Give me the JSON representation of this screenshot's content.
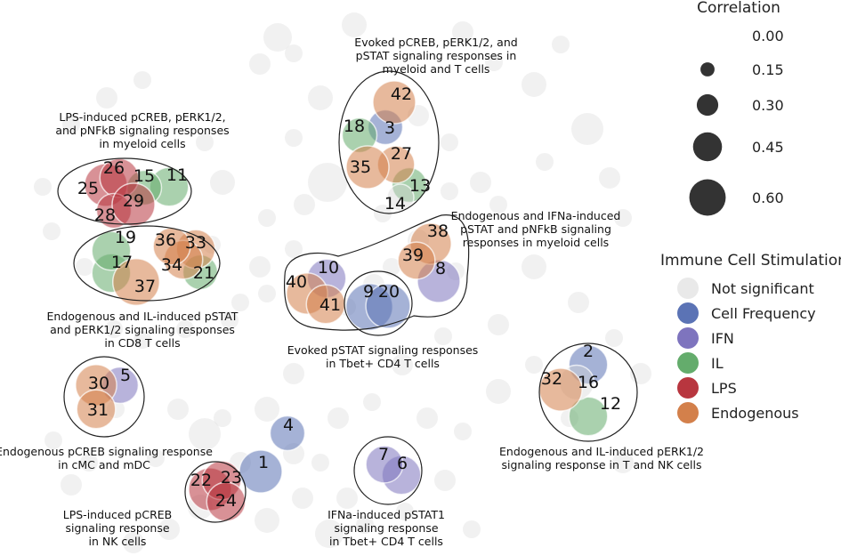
{
  "chart_data": {
    "type": "scatter",
    "colors": {
      "Not significant": "#d4d4d4",
      "Cell Frequency": "#5b73b5",
      "IFN": "#7e74be",
      "IL": "#64ac6c",
      "LPS": "#b8363f",
      "Endogenous": "#d3804b"
    },
    "size_legend": {
      "title": "Correlation",
      "values": [
        "0.00",
        "0.15",
        "0.30",
        "0.45",
        "0.60"
      ]
    },
    "color_legend": {
      "title": "Immune Cell Stimulation",
      "items": [
        "Not significant",
        "Cell Frequency",
        "IFN",
        "IL",
        "LPS",
        "Endogenous"
      ]
    },
    "points": [
      {
        "id": "1",
        "category": "Cell Frequency",
        "correlation": 0.4
      },
      {
        "id": "2",
        "category": "Cell Frequency",
        "correlation": 0.35
      },
      {
        "id": "3",
        "category": "Cell Frequency",
        "correlation": 0.3
      },
      {
        "id": "4",
        "category": "Cell Frequency",
        "correlation": 0.3
      },
      {
        "id": "5",
        "category": "IFN",
        "correlation": 0.32
      },
      {
        "id": "6",
        "category": "IFN",
        "correlation": 0.35
      },
      {
        "id": "7",
        "category": "IFN",
        "correlation": 0.33
      },
      {
        "id": "8",
        "category": "IFN",
        "correlation": 0.4
      },
      {
        "id": "9",
        "category": "Cell Frequency",
        "correlation": 0.45
      },
      {
        "id": "10",
        "category": "IFN",
        "correlation": 0.35
      },
      {
        "id": "11",
        "category": "IL",
        "correlation": 0.35
      },
      {
        "id": "12",
        "category": "IL",
        "correlation": 0.35
      },
      {
        "id": "13",
        "category": "IL",
        "correlation": 0.3
      },
      {
        "id": "14",
        "category": "Not significant",
        "correlation": 0.2
      },
      {
        "id": "15",
        "category": "IL",
        "correlation": 0.3
      },
      {
        "id": "16",
        "category": "Not significant",
        "correlation": 0.3
      },
      {
        "id": "17",
        "category": "IL",
        "correlation": 0.35
      },
      {
        "id": "18",
        "category": "IL",
        "correlation": 0.3
      },
      {
        "id": "19",
        "category": "IL",
        "correlation": 0.35
      },
      {
        "id": "20",
        "category": "Cell Frequency",
        "correlation": 0.42
      },
      {
        "id": "21",
        "category": "IL",
        "correlation": 0.3
      },
      {
        "id": "22",
        "category": "LPS",
        "correlation": 0.4
      },
      {
        "id": "23",
        "category": "LPS",
        "correlation": 0.35
      },
      {
        "id": "24",
        "category": "LPS",
        "correlation": 0.35
      },
      {
        "id": "25",
        "category": "LPS",
        "correlation": 0.4
      },
      {
        "id": "26",
        "category": "LPS",
        "correlation": 0.35
      },
      {
        "id": "27",
        "category": "Endogenous",
        "correlation": 0.33
      },
      {
        "id": "28",
        "category": "LPS",
        "correlation": 0.3
      },
      {
        "id": "29",
        "category": "LPS",
        "correlation": 0.4
      },
      {
        "id": "30",
        "category": "Endogenous",
        "correlation": 0.38
      },
      {
        "id": "31",
        "category": "Endogenous",
        "correlation": 0.35
      },
      {
        "id": "32",
        "category": "Endogenous",
        "correlation": 0.4
      },
      {
        "id": "33",
        "category": "Endogenous",
        "correlation": 0.35
      },
      {
        "id": "34",
        "category": "Endogenous",
        "correlation": 0.35
      },
      {
        "id": "35",
        "category": "Endogenous",
        "correlation": 0.4
      },
      {
        "id": "36",
        "category": "Endogenous",
        "correlation": 0.33
      },
      {
        "id": "37",
        "category": "Endogenous",
        "correlation": 0.45
      },
      {
        "id": "38",
        "category": "Endogenous",
        "correlation": 0.38
      },
      {
        "id": "39",
        "category": "Endogenous",
        "correlation": 0.33
      },
      {
        "id": "40",
        "category": "Endogenous",
        "correlation": 0.38
      },
      {
        "id": "41",
        "category": "Endogenous",
        "correlation": 0.35
      },
      {
        "id": "42",
        "category": "Endogenous",
        "correlation": 0.4
      }
    ],
    "annotations": [
      {
        "id": "lps-myeloid",
        "lines": [
          "LPS-induced pCREB, pERK1/2,",
          "and pNFkB signaling responses",
          "in myeloid cells"
        ]
      },
      {
        "id": "evoked-myeloid-t",
        "lines": [
          "Evoked pCREB, pERK1/2, and",
          "pSTAT signaling responses in",
          "myeloid and T cells"
        ]
      },
      {
        "id": "endo-ifna-myeloid",
        "lines": [
          "Endogenous and IFNa-induced",
          "pSTAT and pNFkB signaling",
          "responses in myeloid cells"
        ]
      },
      {
        "id": "endo-il-cd8",
        "lines": [
          "Endogenous and IL-induced pSTAT",
          "and pERK1/2 signaling responses",
          "in CD8 T cells"
        ]
      },
      {
        "id": "evoked-pstat-cd4",
        "lines": [
          "Evoked pSTAT signaling responses",
          "in Tbet+ CD4 T cells"
        ]
      },
      {
        "id": "endo-pcreb-cmc",
        "lines": [
          "Endogenous pCREB signaling response",
          "in cMC and mDC"
        ]
      },
      {
        "id": "endo-il-perk-tnk",
        "lines": [
          "Endogenous and IL-induced pERK1/2",
          "signaling response in T and NK cells"
        ]
      },
      {
        "id": "lps-pcreb-nk",
        "lines": [
          "LPS-induced pCREB",
          "signaling response",
          "in NK cells"
        ]
      },
      {
        "id": "ifna-pstat1-cd4",
        "lines": [
          "IFNa-induced pSTAT1",
          "signaling response",
          "in Tbet+ CD4 T cells"
        ]
      }
    ]
  }
}
